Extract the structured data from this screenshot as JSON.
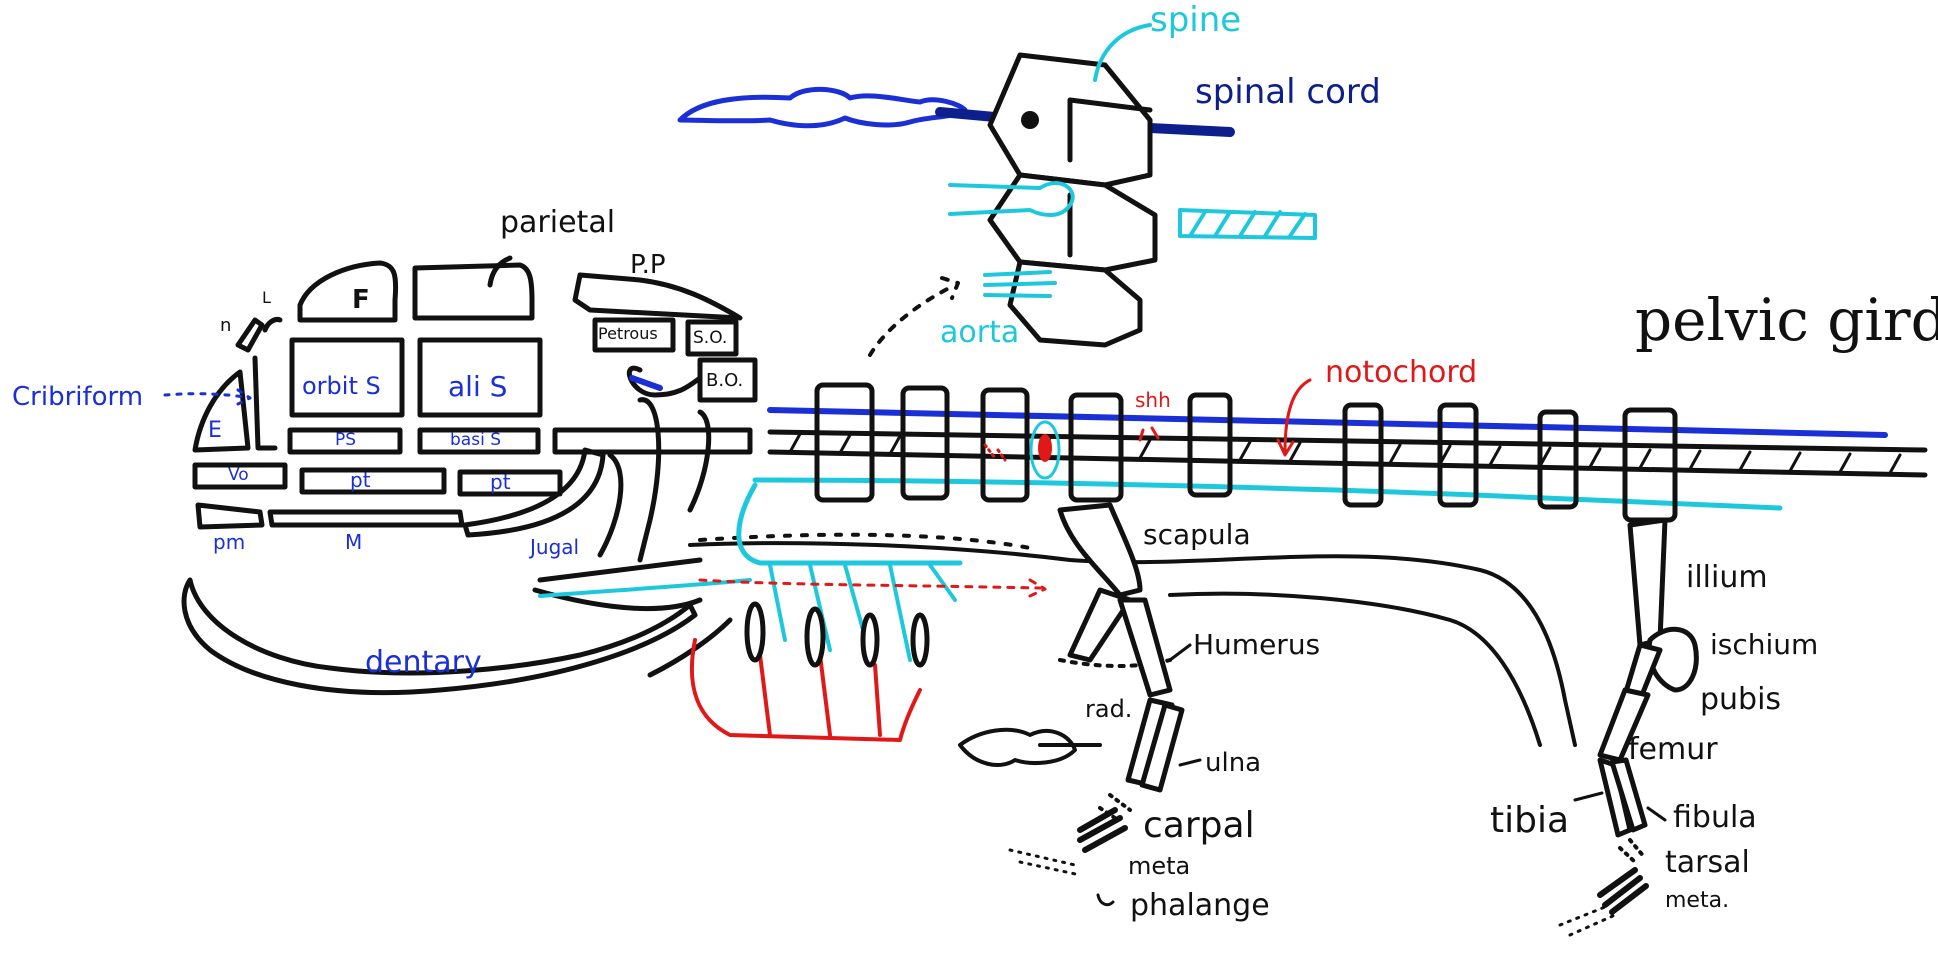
{
  "diagram": {
    "title": "pelvic girdle",
    "spine_inset": {
      "spine": "spine",
      "spinal_cord": "spinal cord",
      "aorta": "aorta"
    },
    "skull": {
      "parietal": "parietal",
      "pp": "P.P",
      "petrous": "Petrous",
      "so": "S.O.",
      "bo": "B.O.",
      "f": "F",
      "l": "L",
      "n": "n",
      "orbits": "orbit S",
      "alis": "ali S",
      "ps": "PS",
      "basis": "basi S",
      "e": "E",
      "vo": "Vo",
      "pt1": "pt",
      "pt2": "pt",
      "pm": "pm",
      "m": "M",
      "jugal": "Jugal",
      "dentary": "dentary",
      "cribriform": "Cribriform"
    },
    "axis": {
      "shh": "shh",
      "notochord": "notochord"
    },
    "forelimb": {
      "scapula": "scapula",
      "humerus": "Humerus",
      "rad": "rad.",
      "ulna": "ulna",
      "carpal": "carpal",
      "meta": "meta",
      "phalange": "phalange"
    },
    "hindlimb": {
      "illium": "illium",
      "ischium": "ischium",
      "pubis": "pubis",
      "femur": "femur",
      "tibia": "tibia",
      "fibula": "fibula",
      "tarsal": "tarsal",
      "meta": "meta."
    }
  },
  "colors": {
    "ink": "#111111",
    "blue": "#1a2fd6",
    "navy": "#0d1f8c",
    "cyan": "#1ec8dc",
    "red": "#e01818"
  }
}
